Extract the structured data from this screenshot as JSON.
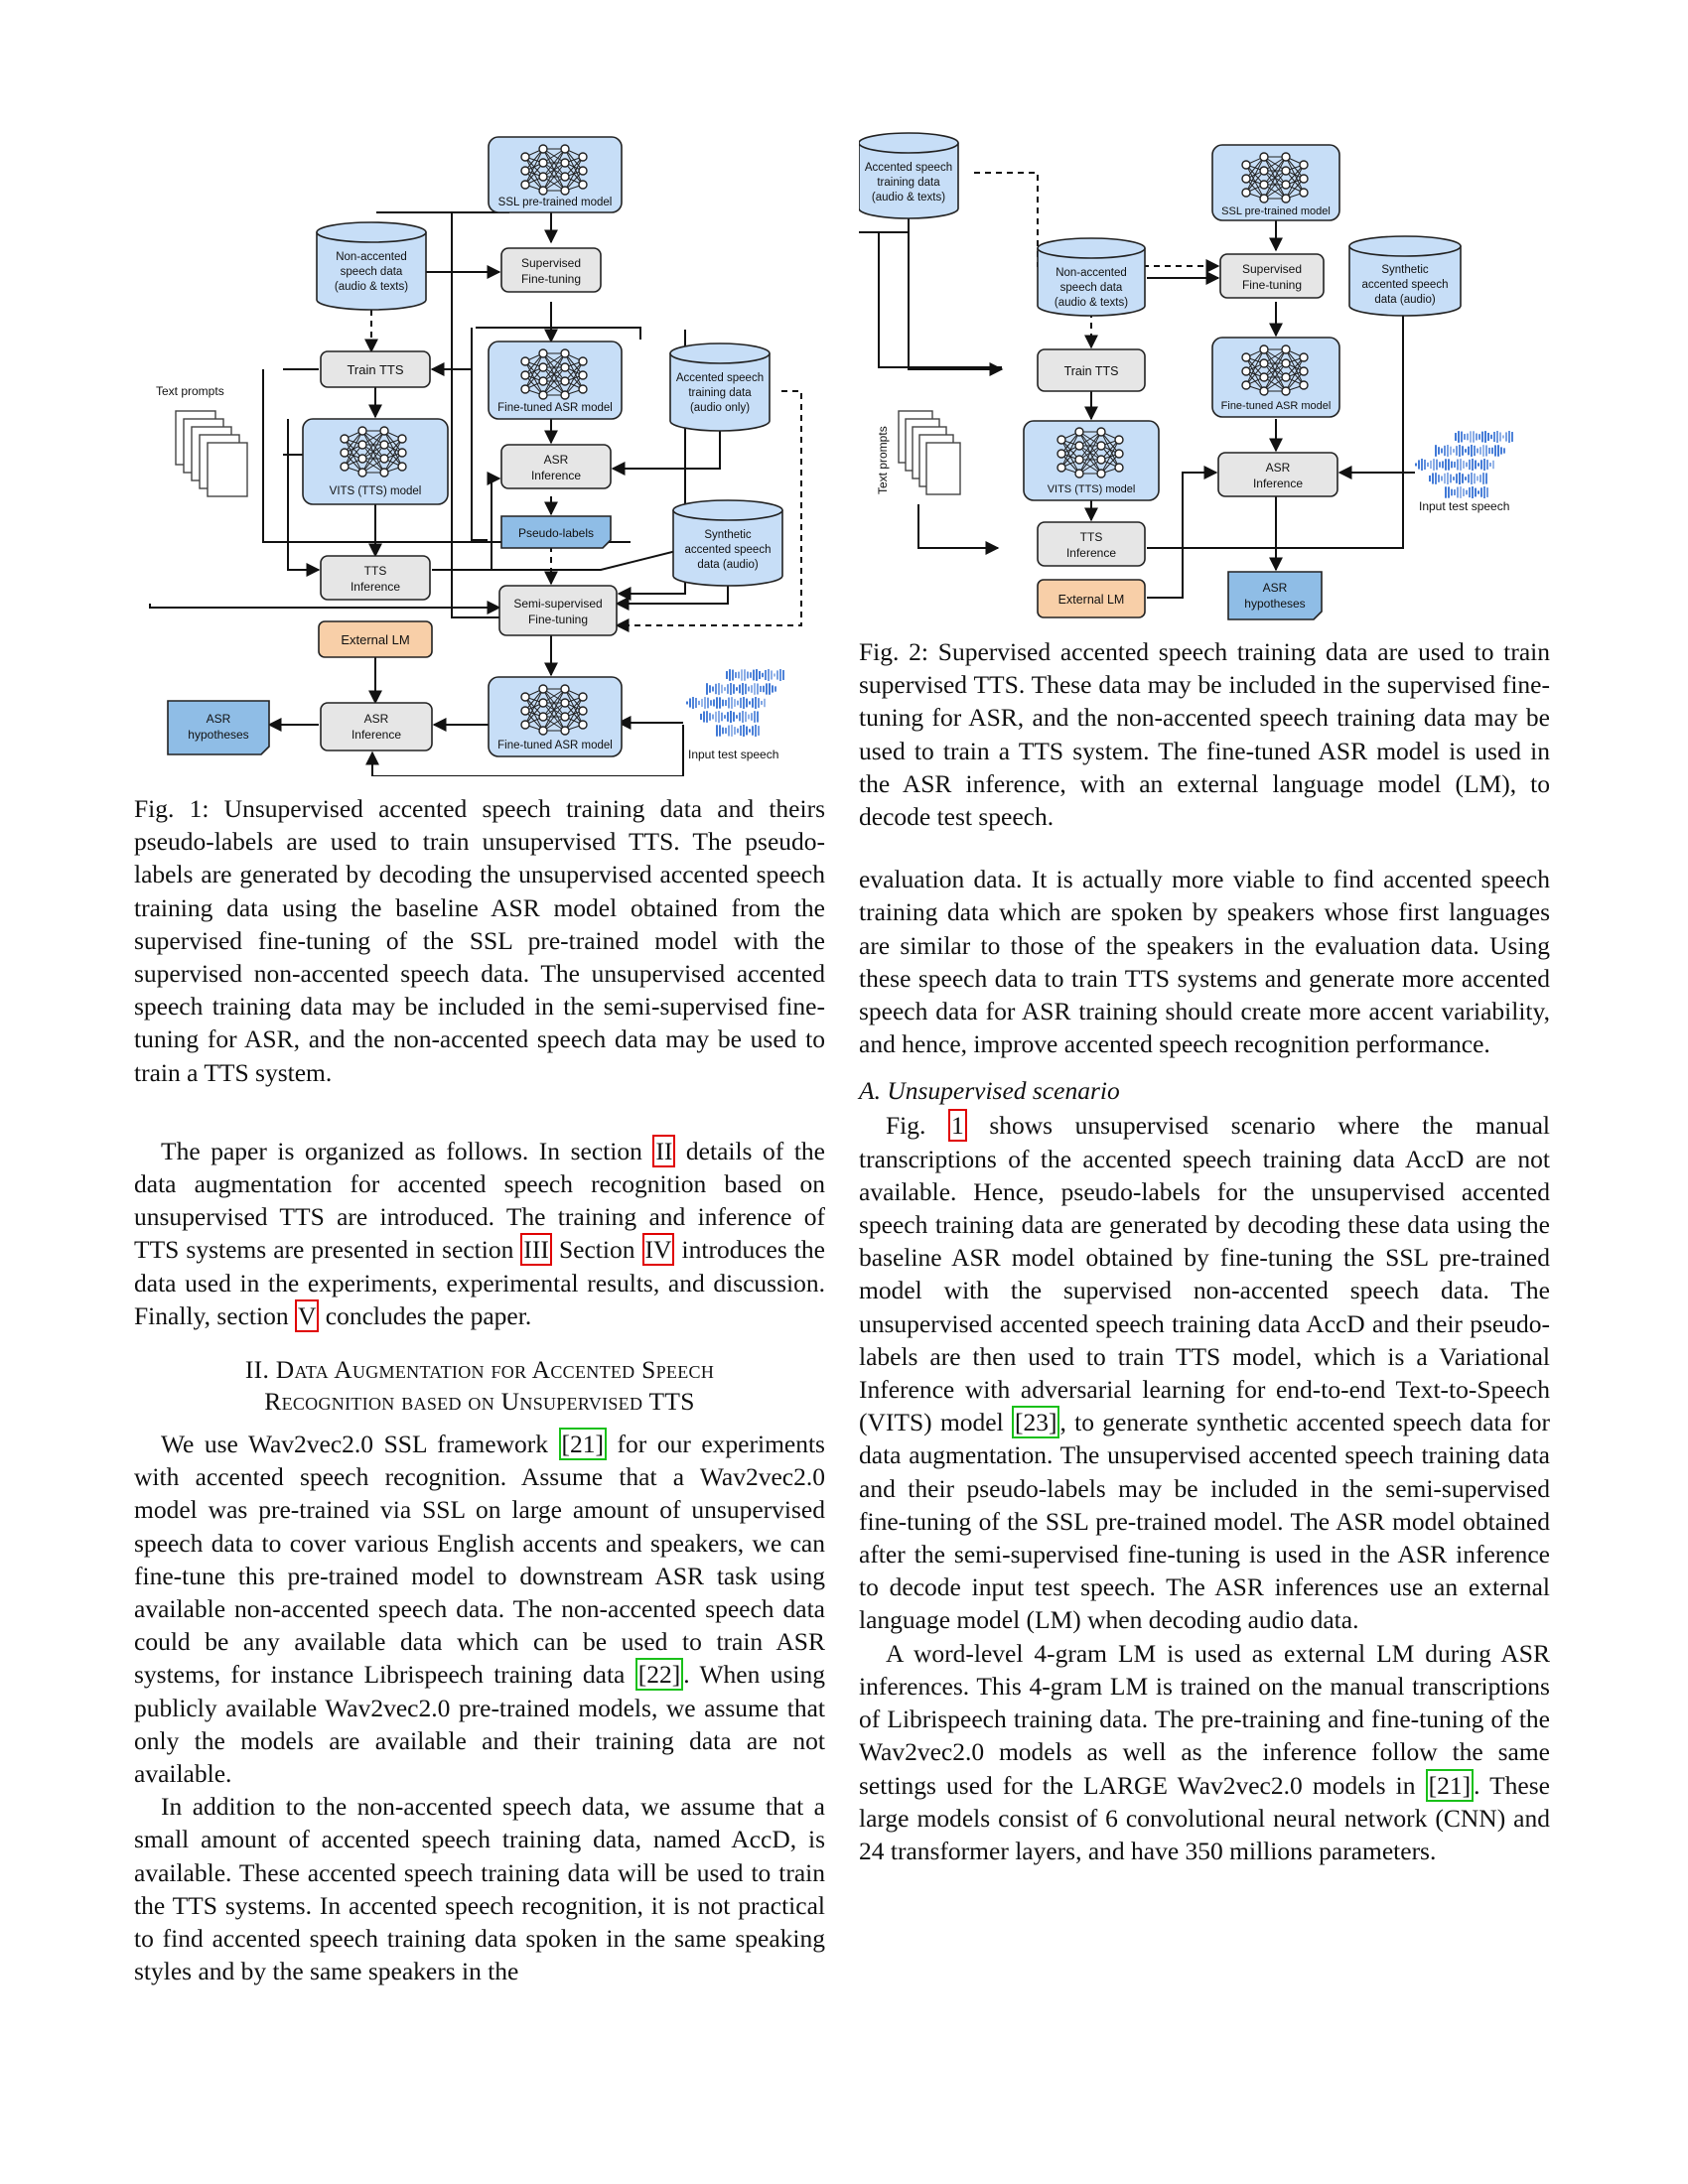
{
  "fig1": {
    "labels": {
      "ssl": "SSL pre-trained model",
      "sup_ft": [
        "Supervised",
        "Fine-tuning"
      ],
      "non_accented": [
        "Non-accented",
        "speech data",
        "(audio & texts)"
      ],
      "train_tts": "Train TTS",
      "text_prompts": "Text prompts",
      "ft_asr": "Fine-tuned ASR model",
      "accented_audio_only": [
        "Accented speech",
        "training data",
        "(audio only)"
      ],
      "vits": "VITS (TTS) model",
      "asr_inference": [
        "ASR",
        "Inference"
      ],
      "pseudo_labels": "Pseudo-labels",
      "tts_inference": [
        "TTS",
        "Inference"
      ],
      "synthetic": [
        "Synthetic",
        "accented speech",
        "data (audio)"
      ],
      "semi_ft": [
        "Semi-supervised",
        "Fine-tuning"
      ],
      "external_lm": "External LM",
      "asr_hyp": [
        "ASR",
        "hypotheses"
      ],
      "ft_asr_bottom": "Fine-tuned ASR model",
      "input_test": "Input test speech"
    },
    "caption": "Fig. 1:  Unsupervised accented speech training data and theirs pseudo-labels are used to train unsupervised TTS. The pseudo-labels are generated by decoding the unsupervised accented speech training data using the baseline ASR model obtained from the supervised fine-tuning of the SSL pre-trained model with the supervised non-accented speech data. The unsupervised accented speech training data may be included in the semi-supervised fine-tuning for ASR, and the non-accented speech data may be used to train a TTS system."
  },
  "fig2": {
    "labels": {
      "accented_train": [
        "Accented speech",
        "training data",
        "(audio & texts)"
      ],
      "ssl": "SSL pre-trained model",
      "non_accented": [
        "Non-accented",
        "speech data",
        "(audio & texts)"
      ],
      "sup_ft": [
        "Supervised",
        "Fine-tuning"
      ],
      "synthetic": [
        "Synthetic",
        "accented speech",
        "data (audio)"
      ],
      "train_tts": "Train TTS",
      "ft_asr": "Fine-tuned ASR model",
      "text_prompts": "Text prompts",
      "vits": "VITS (TTS) model",
      "asr_inference": [
        "ASR",
        "Inference"
      ],
      "input_test": "Input test speech",
      "tts_inference": [
        "TTS",
        "Inference"
      ],
      "external_lm": "External LM",
      "asr_hyp": [
        "ASR",
        "hypotheses"
      ]
    },
    "caption": "Fig. 2:  Supervised accented speech training data are used to train supervised TTS. These data may be included in the supervised fine-tuning for ASR, and the non-accented speech training data may be used to train a TTS system. The fine-tuned ASR model is used in the ASR inference, with an external language model (LM), to decode test speech."
  },
  "left_text": {
    "p1": {
      "a": "The paper is organized as follows. In section ",
      "ref1": "II",
      "b": " details of the data augmentation for accented speech recognition based on unsupervised TTS are introduced. The training and inference of TTS systems are presented in section ",
      "ref2": "III",
      "c": " Section ",
      "ref3": "IV",
      "d": " introduces the data used in the experiments, experimental results, and discussion. Finally, section ",
      "ref4": "V",
      "e": " concludes the paper."
    },
    "heading": [
      "II. Data Augmentation for Accented Speech",
      "Recognition based on Unsupervised TTS"
    ],
    "p2": {
      "a": "We use Wav2vec2.0 SSL framework ",
      "ref1": "[21]",
      "b": " for our experiments with accented speech recognition. Assume that a Wav2vec2.0 model was pre-trained via SSL on large amount of unsupervised speech data to cover various English accents and speakers, we can fine-tune this pre-trained model to downstream ASR task using available non-accented speech data. The non-accented speech data could be any available data which can be used to train ASR systems, for instance Librispeech training data ",
      "ref2": "[22]",
      "c": ". When using publicly available Wav2vec2.0 pre-trained models, we assume that only the models are available and their training data are not available."
    },
    "p3": "In addition to the non-accented speech data, we assume that a small amount of accented speech training data, named AccD, is available. These accented speech training data will be used to train the TTS systems. In accented speech recognition, it is not practical to find accented speech training data spoken in the same speaking styles and by the same speakers in the"
  },
  "right_text": {
    "p1": "evaluation data. It is actually more viable to find accented speech training data which are spoken by speakers whose first languages are similar to those of the speakers in the evaluation data. Using these speech data to train TTS systems and generate more accented speech data for ASR training should create more accent variability, and hence, improve accented speech recognition performance.",
    "subheading": "A. Unsupervised scenario",
    "p2": {
      "a": "Fig. ",
      "ref1": "1",
      "b": " shows unsupervised scenario where the manual transcriptions of the accented speech training data AccD are not available. Hence, pseudo-labels for the unsupervised accented speech training data are generated by decoding these data using the baseline ASR model obtained by fine-tuning the SSL pre-trained model with the supervised non-accented speech data. The unsupervised accented speech training data AccD and their pseudo-labels are then used to train TTS model, which is a Variational Inference with adversarial learning for end-to-end Text-to-Speech (VITS) model ",
      "ref2": "[23]",
      "c": ", to generate synthetic accented speech data for data augmentation. The unsupervised accented speech training data and their pseudo-labels may be included in the semi-supervised fine-tuning of the SSL pre-trained model. The ASR model obtained after the semi-supervised fine-tuning is used in the ASR inference to decode input test speech. The ASR inferences use an external language model (LM) when decoding audio data."
    },
    "p3": {
      "a": "A word-level 4-gram LM is used as external LM during ASR inferences. This 4-gram LM is trained on the manual transcriptions of Librispeech training data. The pre-training and fine-tuning of the Wav2vec2.0 models as well as the inference follow the same settings used for the LARGE Wav2vec2.0 models in ",
      "ref1": "[21]",
      "b": ". These large models consist of 6 convolutional neural network (CNN) and 24 transformer layers, and have 350 millions parameters."
    }
  }
}
